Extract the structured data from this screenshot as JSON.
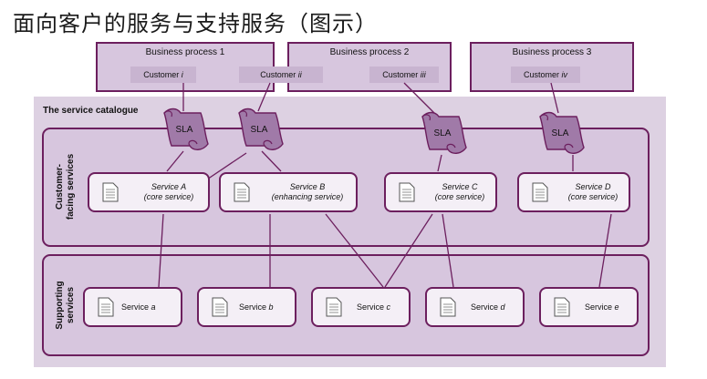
{
  "page": {
    "title": "面向客户的服务与支持服务（图示）"
  },
  "catalogue": {
    "label": "The service catalogue"
  },
  "sections": {
    "customer_facing": {
      "line1": "Customer-",
      "line2": "facing services"
    },
    "supporting": {
      "line1": "Supporting",
      "line2": "services"
    }
  },
  "business_processes": [
    {
      "title": "Business process 1",
      "customers": [
        {
          "prefix": "Customer ",
          "id": "i"
        },
        {
          "prefix": "Customer ",
          "id": "ii"
        }
      ]
    },
    {
      "title": "Business process 2",
      "customers": [
        {
          "prefix": "Customer ",
          "id": "iii"
        }
      ]
    },
    {
      "title": "Business process 3",
      "customers": [
        {
          "prefix": "Customer ",
          "id": "iv"
        }
      ]
    }
  ],
  "sla_label": "SLA",
  "customer_services": [
    {
      "name": "Service A",
      "desc": "(core service)"
    },
    {
      "name": "Service B",
      "desc": "(enhancing service)"
    },
    {
      "name": "Service C",
      "desc": "(core service)"
    },
    {
      "name": "Service D",
      "desc": "(core service)"
    }
  ],
  "supporting_services": [
    {
      "prefix": "Service ",
      "id": "a"
    },
    {
      "prefix": "Service ",
      "id": "b"
    },
    {
      "prefix": "Service ",
      "id": "c"
    },
    {
      "prefix": "Service ",
      "id": "d"
    },
    {
      "prefix": "Service ",
      "id": "e"
    }
  ],
  "colors": {
    "accent": "#6c1f5e",
    "panel": "#d7c6de",
    "catalogue": "#ddd1e2",
    "scroll": "#a07aa8"
  },
  "icons": {
    "service": "document-icon",
    "sla": "scroll-icon"
  }
}
